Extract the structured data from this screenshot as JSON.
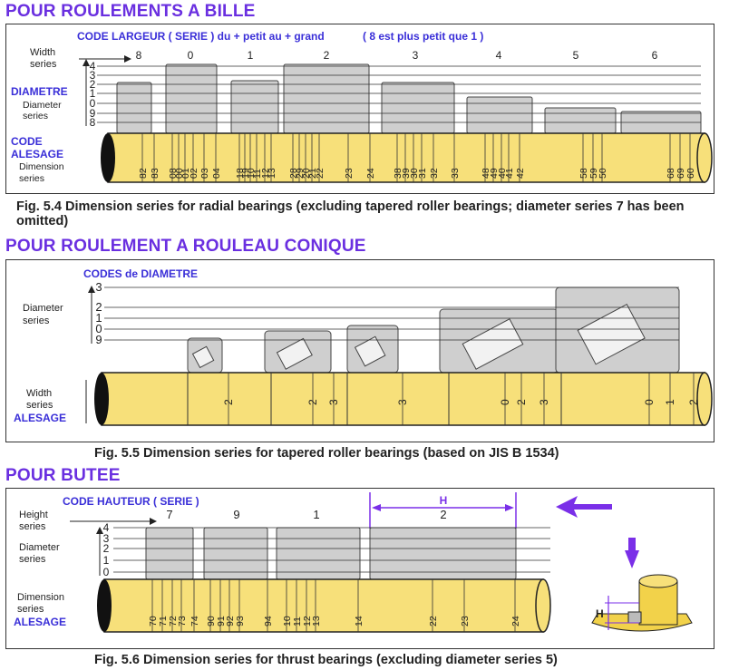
{
  "section1": {
    "heading": "POUR ROULEMENTS A BILLE",
    "code_largeur": "CODE LARGEUR ( SERIE ) du + petit au + grand",
    "code_largeur_note": "( 8 est plus petit que 1 )",
    "width_series_label": [
      "Width",
      "series"
    ],
    "width_series": [
      "8",
      "0",
      "1",
      "2",
      "3",
      "4",
      "5",
      "6"
    ],
    "diametre_label": "DIAMETRE",
    "diameter_series_label": [
      "Diameter",
      "series"
    ],
    "diameter_levels": [
      "4",
      "3",
      "2",
      "1",
      "0",
      "9",
      "8"
    ],
    "code_alesage_label": [
      "CODE",
      "ALESAGE"
    ],
    "dimension_series_label": [
      "Dimension",
      "series"
    ],
    "dimension_codes": [
      "82",
      "83",
      "08",
      "00",
      "01",
      "02",
      "03",
      "04",
      "18",
      "19",
      "10",
      "11",
      "12",
      "13",
      "28",
      "29",
      "20",
      "21",
      "22",
      "23",
      "24",
      "38",
      "39",
      "30",
      "31",
      "32",
      "33",
      "48",
      "49",
      "40",
      "41",
      "42",
      "58",
      "59",
      "50",
      "68",
      "69",
      "60"
    ],
    "caption": "Fig. 5.4  Dimension series for radial bearings (excluding tapered roller bearings; diameter series 7 has been omitted)"
  },
  "section2": {
    "heading": "POUR ROULEMENT A ROULEAU CONIQUE",
    "codes_diametre": "CODES de DIAMETRE",
    "diameter_series_label": [
      "Diameter",
      "series"
    ],
    "diameter_levels": [
      "3",
      "2",
      "1",
      "0",
      "9"
    ],
    "width_series_label": [
      "Width",
      "series"
    ],
    "alesage_label": "ALESAGE",
    "width_codes": [
      "2",
      "2",
      "3",
      "3",
      "0",
      "2",
      "3",
      "0",
      "1",
      "2"
    ],
    "caption": "Fig. 5.5  Dimension series for tapered roller bearings (based on JIS B 1534)"
  },
  "section3": {
    "heading": "POUR BUTEE",
    "code_hauteur": "CODE HAUTEUR ( SERIE )",
    "height_series_label": [
      "Height",
      "series"
    ],
    "height_series": [
      "7",
      "9",
      "1",
      "2"
    ],
    "h_label": "H",
    "diameter_series_label": [
      "Diameter",
      "series"
    ],
    "diameter_levels": [
      "4",
      "3",
      "2",
      "1",
      "0"
    ],
    "dimension_series_label": [
      "Dimension",
      "series"
    ],
    "alesage_label": "ALESAGE",
    "dimension_codes": [
      "70",
      "71",
      "72",
      "73",
      "74",
      "90",
      "91",
      "92",
      "93",
      "94",
      "10",
      "11",
      "12",
      "13",
      "14",
      "22",
      "23",
      "24"
    ],
    "caption": "Fig. 5.6  Dimension series for thrust bearings (excluding diameter series 5)"
  },
  "colors": {
    "heading": "#6a2fe0",
    "blue_label": "#3a2fd8",
    "cylinder": "#f7e07a",
    "block": "#cfcfcf",
    "arrow": "#7a2fe8"
  }
}
